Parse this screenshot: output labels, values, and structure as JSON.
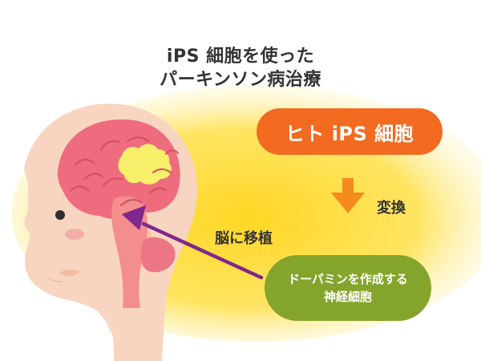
{
  "title": {
    "line1": "iPS 細胞を使った",
    "line2": "パーキンソン病治療"
  },
  "steps": {
    "source": "ヒト iPS 細胞",
    "conversion": "変換",
    "result_line1": "ドーパミンを作成する",
    "result_line2": "神経細胞",
    "transplant": "脳に移植"
  },
  "colors": {
    "title_text": "#333333",
    "source_fill": "#f26b21",
    "source_text": "#ffffff",
    "result_fill": "#85a42c",
    "result_text": "#ffffff",
    "arrow_orange": "#f58a1f",
    "arrow_purple": "#7f278b",
    "glow_yellow": "#ffd51a",
    "skin": "#f7d0b8",
    "brain_pink": "#ef6c7f"
  },
  "icons": {
    "conversion_arrow": "orange-down-arrow-icon",
    "transplant_arrow": "purple-left-arrow-icon",
    "head": "human-head-profile-icon"
  }
}
